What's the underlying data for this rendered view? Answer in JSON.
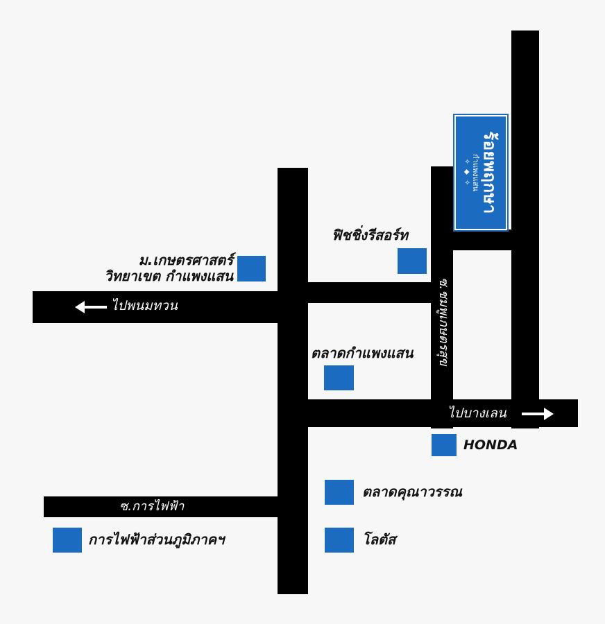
{
  "colors": {
    "road": "#000000",
    "marker": "#1b6cc0",
    "background": "#f7f7f7"
  },
  "roads": {
    "west_road_label": "ไปพนมทวน",
    "east_road_label": "ไปบางเลน",
    "soi_east_label": "ซ.ชมพูเกษตรสุข",
    "soi_south_label": "ซ.การไฟฟ้า"
  },
  "destination": {
    "name": "ร้อยพฤกษา",
    "subtitle": "กำแพงแสน",
    "ornament": "✧ ◆ ✧"
  },
  "landmarks": {
    "kasetsart": {
      "line1": "ม.เกษตรศาสตร์",
      "line2": "วิทยาเขต กำแพงแสน"
    },
    "fishing_resort": "ฟิชชิ่งรีสอร์ท",
    "kamphaeng_saen_market": "ตลาดกำแพงแสน",
    "honda": "HONDA",
    "khunnawan_market": "ตลาดคุณาวรรณ",
    "provincial_electricity": "การไฟฟ้าส่วนภูมิภาคฯ",
    "lotus": "โลตัส"
  },
  "icons": {
    "west_arrow": "arrow-left-icon",
    "east_arrow": "arrow-right-icon"
  }
}
